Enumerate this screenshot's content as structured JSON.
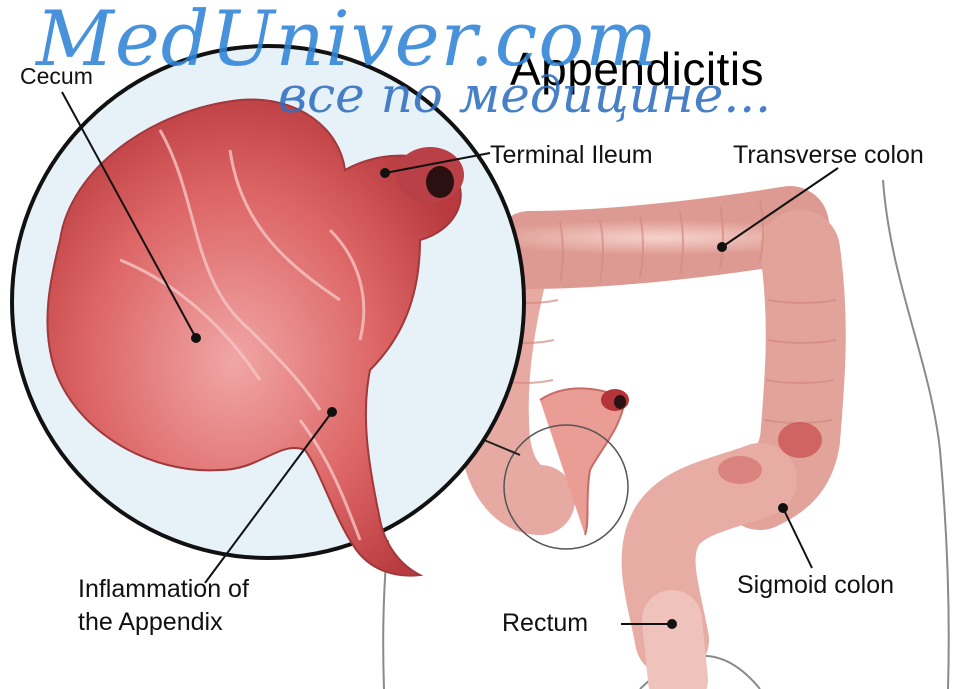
{
  "title": "Appendicitis",
  "watermark": {
    "site": "MedUniver.com",
    "tagline": "все по медицине..."
  },
  "labels": {
    "cecum": "Cecum",
    "terminal_ileum": "Terminal Ileum",
    "transverse_colon": "Transverse colon",
    "inflammation_line1": "Inflammation of",
    "inflammation_line2": "the Appendix",
    "rectum": "Rectum",
    "sigmoid_colon": "Sigmoid colon"
  },
  "colors": {
    "inflamed_tissue": "#d9545a",
    "colon_tissue": "#eab0a8",
    "magnifier_fill": "#e4f2f9",
    "watermark": "#2f84d8"
  }
}
